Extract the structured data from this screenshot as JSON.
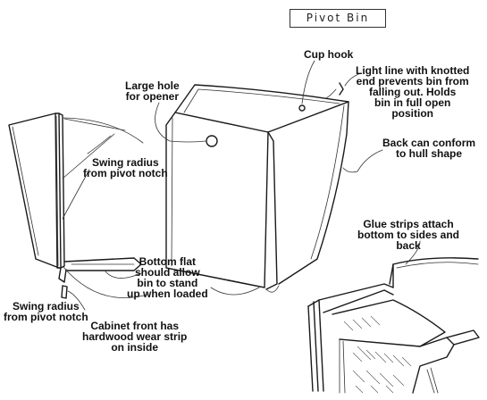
{
  "title": "Pivot Bin",
  "labels": {
    "cup_hook": "Cup hook",
    "light_line": [
      "Light line with knotted",
      "end prevents bin from",
      "falling out. Holds",
      "bin in full open",
      "position"
    ],
    "large_hole": [
      "Large hole",
      "for opener"
    ],
    "back_conform": [
      "Back can conform",
      "to hull shape"
    ],
    "swing_radius_top": [
      "Swing radius",
      "from pivot notch"
    ],
    "glue_strips": [
      "Glue strips attach",
      "bottom to sides and",
      "back"
    ],
    "bottom_flat": [
      "Bottom flat",
      "should allow",
      "bin to stand",
      "up when loaded"
    ],
    "swing_radius_bottom": [
      "Swing radius",
      "from pivot notch"
    ],
    "cabinet_front": [
      "Cabinet front has",
      "hardwood wear strip",
      "on inside"
    ]
  }
}
